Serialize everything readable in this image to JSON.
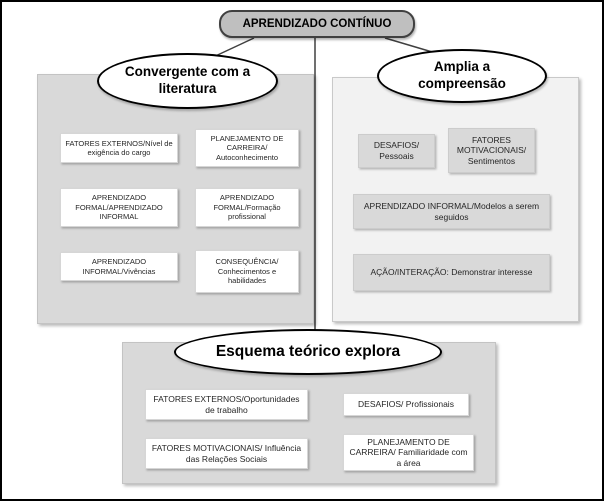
{
  "root": {
    "label": "APRENDIZADO CONTÍNUO"
  },
  "groups": {
    "left": {
      "title": "Convergente com a literatura",
      "items": [
        "FATORES EXTERNOS/Nível de exigência do cargo",
        "PLANEJAMENTO DE CARREIRA/ Autoconhecimento",
        "APRENDIZADO FORMAL/APRENDIZADO INFORMAL",
        "APRENDIZADO FORMAL/Formação profissional",
        "APRENDIZADO INFORMAL/Vivências",
        "CONSEQUÊNCIA/ Conhecimentos e habilidades"
      ]
    },
    "right": {
      "title": "Amplia a compreensão",
      "items": [
        "DESAFIOS/ Pessoais",
        "FATORES MOTIVACIONAIS/ Sentimentos",
        "APRENDIZADO INFORMAL/Modelos a serem seguidos",
        "AÇÃO/INTERAÇÃO: Demonstrar interesse"
      ]
    },
    "bottom": {
      "title": "Esquema teórico explora",
      "items": [
        "FATORES EXTERNOS/Oportunidades de trabalho",
        "DESAFIOS/ Profissionais",
        "FATORES MOTIVACIONAIS/ Influência das Relações Sociais",
        "PLANEJAMENTO DE CARREIRA/ Familiaridade com a área"
      ]
    }
  },
  "colors": {
    "root_fill": "#bfbfbf",
    "panel_gray": "#d9d9d9",
    "panel_light": "#f2f2f2",
    "box_white": "#ffffff",
    "box_gray": "#d9d9d9",
    "line": "#404040"
  }
}
